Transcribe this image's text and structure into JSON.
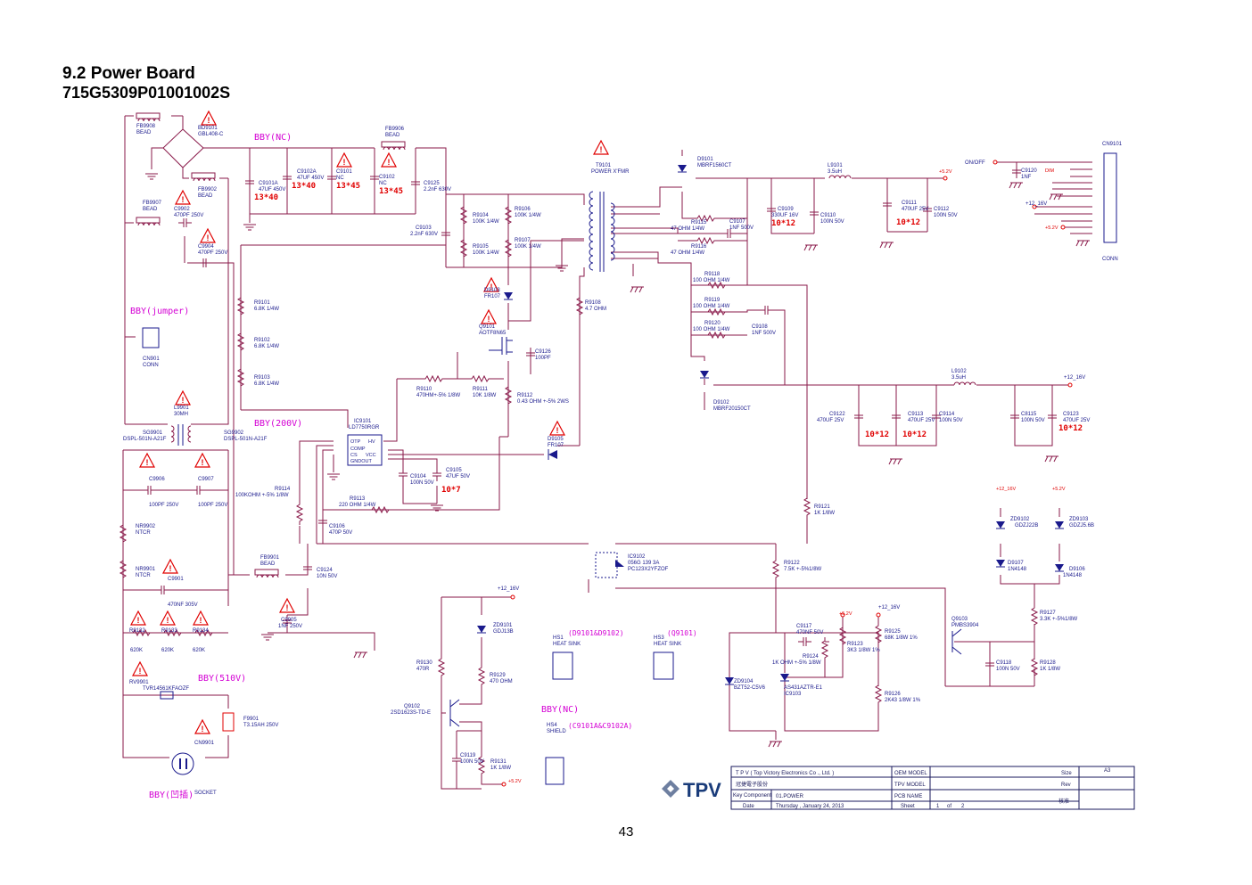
{
  "section_title": "9.2 Power Board",
  "part_number": "715G5309P01001002S",
  "page_number": "43",
  "bby_notes": {
    "nc": "BBY(NC)",
    "jumper": "BBY(jumper)",
    "v200": "BBY(200V)",
    "v510": "BBY(510V)",
    "nc2": "BBY(NC)",
    "socket": "BBY(凹插)",
    "hs1": "(D9101&D9102)",
    "hs3": "(Q9101)",
    "hs4": "(C9101A&C9102A)"
  },
  "red_codes": {
    "c9101a": "13*40",
    "c9102a": "13*40",
    "c9101": "13*45",
    "c9102": "13*45",
    "c9109": "10*12",
    "c9111": "10*12",
    "c9122": "10*12",
    "c9113": "10*12",
    "c9123": "10*12",
    "c9105": "10*7"
  },
  "components": {
    "fb9908": "FB9908",
    "fb9908_v": "BEAD",
    "bd9101": "BD9101",
    "bd9101_v": "GBL408-C",
    "fb9902": "FB9902",
    "fb9902_v": "BEAD",
    "fb9907": "FB9907",
    "fb9907_v": "BEAD",
    "c9902": "C9902",
    "c9902_v": "470PF 250V",
    "c9904": "C9904",
    "c9904_v": "470PF 250V",
    "c9101a": "C9101A",
    "c9101a_v": "47UF 450V",
    "c9102a": "C9102A",
    "c9102a_v": "47UF 450V",
    "c9101": "C9101",
    "c9101_v": "NC",
    "c9102": "C9102",
    "c9102_v": "NC",
    "fb9906": "FB9906",
    "fb9906_v": "BEAD",
    "c9125": "C9125",
    "c9125_v": "2.2nF 630V",
    "c9103": "C9103",
    "c9103_v": "2.2nF 630V",
    "r9104": "R9104",
    "r9104_v": "100K 1/4W",
    "r9105": "R9105",
    "r9105_v": "100K 1/4W",
    "r9106": "R9106",
    "r9106_v": "100K 1/4W",
    "r9107": "R9107",
    "r9107_v": "100K 1/4W",
    "t9101": "T9101",
    "t9101_v": "POWER X'FMR",
    "d9103": "D9103",
    "d9103_v": "FR107",
    "q9101": "Q9101",
    "q9101_v": "AOTF8N65",
    "c9126": "C9126",
    "c9126_v": "100PF",
    "r9108": "R9108",
    "r9108_v": "4.7 OHM",
    "r9110": "R9110",
    "r9110_v": "470HM+-5% 1/8W",
    "r9111": "R9111",
    "r9111_v": "10K 1/8W",
    "r9112": "R9112",
    "r9112_v": "0.43 OHM +-5% 2WS",
    "d9105": "D9105",
    "d9105_v": "FR107",
    "ic9101": "IC9101",
    "ic9101_v": "LD7750RGR",
    "ic9101_pins": [
      "OTP",
      "COMP",
      "CS",
      "GNDOUT",
      "HV",
      "VCC"
    ],
    "c9104": "C9104",
    "c9104_v": "100N 50V",
    "c9105": "C9105",
    "c9105_v": "47UF 50V",
    "r9113": "R9113",
    "r9113_v": "220 OHM 1/4W",
    "r9114": "R9114",
    "r9114_v": "100KOHM +-5% 1/8W",
    "c9106": "C9106",
    "c9106_v": "470P 50V",
    "r9101": "R9101",
    "r9101_v": "6.8K 1/4W",
    "r9102": "R9102",
    "r9102_v": "6.8K 1/4W",
    "r9103": "R9103",
    "r9103_v": "6.8K 1/4W",
    "cn901": "CN901",
    "cn901_v": "CONN",
    "l9901": "L9901",
    "l9901_v": "30MH",
    "sg9901": "SG9901",
    "sg9901_v": "DSPL-501N-A21F",
    "sg9902": "SG9902",
    "sg9902_v": "DSPL-501N-A21F",
    "c9906": "C9906",
    "c9906_v": "100PF 250V",
    "c9907": "C9907",
    "c9907_v": "100PF 250V",
    "nr9902": "NR9902",
    "nr9902_v": "NTCR",
    "nr9901": "NR9901",
    "nr9901_v": "NTCR",
    "c9901": "C9901",
    "c9901_v": "470NF 305V",
    "r9132": "R9132",
    "r9132_v": "620K",
    "r9133": "R9133",
    "r9133_v": "620K",
    "r9134": "R9134",
    "r9134_v": "620K",
    "rv9901": "RV9901",
    "rv9901_v": "TVR14561KFAOZF",
    "f9901": "F9901",
    "f9901_v": "T3.15AH 250V",
    "cn9901": "CN9901",
    "cn9901_v": "SOCKET",
    "fb9901": "FB9901",
    "fb9901_v": "BEAD",
    "c9124": "C9124",
    "c9124_v": "10N 50V",
    "c9905": "C9905",
    "c9905_v": "1NF 250V",
    "d9101": "D9101",
    "d9101_v": "MBRF1560CT",
    "r9115": "R9115",
    "r9115_v": "47 OHM 1/4W",
    "r9116": "R9116",
    "r9116_v": "47 OHM 1/4W",
    "c9107": "C9107",
    "c9107_v": "1NF 500V",
    "c9109": "C9109",
    "c9109_v": "330UF 16V",
    "c9110": "C9110",
    "c9110_v": "100N 50V",
    "l9101": "L9101",
    "l9101_v": "3.5uH",
    "c9111": "C9111",
    "c9111_v": "470UF 25V",
    "c9112": "C9112",
    "c9112_v": "100N 50V",
    "r9118": "R9118",
    "r9118_v": "100 OHM 1/4W",
    "r9119": "R9119",
    "r9119_v": "100 OHM 1/4W",
    "r9120": "R9120",
    "r9120_v": "100 OHM 1/4W",
    "c9108": "C9108",
    "c9108_v": "1NF 500V",
    "d9102": "D9102",
    "d9102_v": "MBRF20150CT",
    "l9102": "L9102",
    "l9102_v": "3.5uH",
    "c9122": "C9122",
    "c9122_v": "470UF 25V",
    "c9113": "C9113",
    "c9113_v": "470UF 25V",
    "c9114": "C9114",
    "c9114_v": "100N 50V",
    "c8115": "C8115",
    "c8115_v": "100N 50V",
    "c9123": "C9123",
    "c9123_v": "470UF 25V",
    "cn9101": "CN9101",
    "cn9101_v": "CONN",
    "c9120": "C9120",
    "c9120_v": "1NF",
    "r9121": "R9121",
    "r9121_v": "1K 1/8W",
    "ic9102": "IC9102",
    "ic9102_v1": "056G 139 3A",
    "ic9102_v2": "PC123X2YFZOF",
    "r9122": "R9122",
    "r9122_v": "7.5K +-5%1/8W",
    "zd9102": "ZD9102",
    "zd9102_v": "GDZJ22B",
    "zd9103": "ZD9103",
    "zd9103_v": "GDZJ5.6B",
    "d9107": "D9107",
    "d9107_v": "1N4148",
    "d9106": "D9106",
    "d9106_v": "1N4148",
    "zd9101": "ZD9101",
    "zd9101_v": "GDJ13B",
    "r9130": "R9130",
    "r9130_v": "470R",
    "r9129": "R9129",
    "r9129_v": "470 OHM",
    "q9102": "Q9102",
    "q9102_v": "2SD1623S-TD-E",
    "c9119": "C9119",
    "c9119_v": "100N 50V",
    "r9131": "R9131",
    "r9131_v": "1K 1/8W",
    "hs1": "HS1",
    "hs1_v": "HEAT SINK",
    "hs3": "HS3",
    "hs3_v": "HEAT SINK",
    "hs4": "HS4",
    "hs4_v": "SHIELD",
    "c9117": "C9117",
    "c9117_v": "470NF 50V",
    "r9124": "R9124",
    "r9124_v": "1K OHM +-5% 1/8W",
    "r9123": "R9123",
    "r9123_v": "3K3 1/8W 1%",
    "r9125": "R9125",
    "r9125_v": "68K 1/8W 1%",
    "r9126": "R9126",
    "r9126_v": "2K43 1/8W 1%",
    "zd9104": "ZD9104",
    "zd9104_v": "BZT52-C5V6",
    "ic9103": "IC9103",
    "ic9103_v": "AS431AZTR-E1",
    "q9103": "Q9103",
    "q9103_v": "PMBS3904",
    "c9118": "C9118",
    "c9118_v": "100N 50V",
    "r9127": "R9127",
    "r9127_v": "3.3K +-5%1/8W",
    "r9128": "R9128",
    "r9128_v": "1K 1/8W"
  },
  "nets": {
    "p5v2": "+5.2V",
    "p12v": "+12_16V",
    "p12v_lower": "+12_16V",
    "p12v_zd": "+12_16V",
    "p5v2_zd": "+5.2V",
    "p5v2_ref": "+5.2V",
    "p12v_ref": "+12_16V",
    "p12v_q": "+12_16V",
    "p5v2_q": "+5.2V",
    "onoff": "ON/OFF",
    "dim": "DIM",
    "p12v_conn": "+12_16V",
    "p5v2_conn": "+5.2V"
  },
  "title_block": {
    "company": "T P V   ( Top   Victory   Electronics   Co .,  Ltd. )",
    "chinese_line": "冠捷電子股份",
    "key_component_label": "Key Component",
    "key_component_value": "01.POWER",
    "date_label": "Date",
    "date_value": "Thursday , January 24, 2013",
    "oem_model": "OEM MODEL",
    "tpv_model": "TPV MODEL",
    "pcb_name": "PCB NAME",
    "sheet_label": "Sheet",
    "sheet_value": "1",
    "of_label": "of",
    "of_value": "2",
    "size_label": "Size",
    "size_value": "A3",
    "rev_label": "Rev",
    "sign_label": "核准",
    "logo_text": "TPV"
  },
  "colors": {
    "wire": "#8a1a4a",
    "component": "#1a1a8c",
    "bby_note": "#d400d4",
    "red_code": "#e00000"
  }
}
